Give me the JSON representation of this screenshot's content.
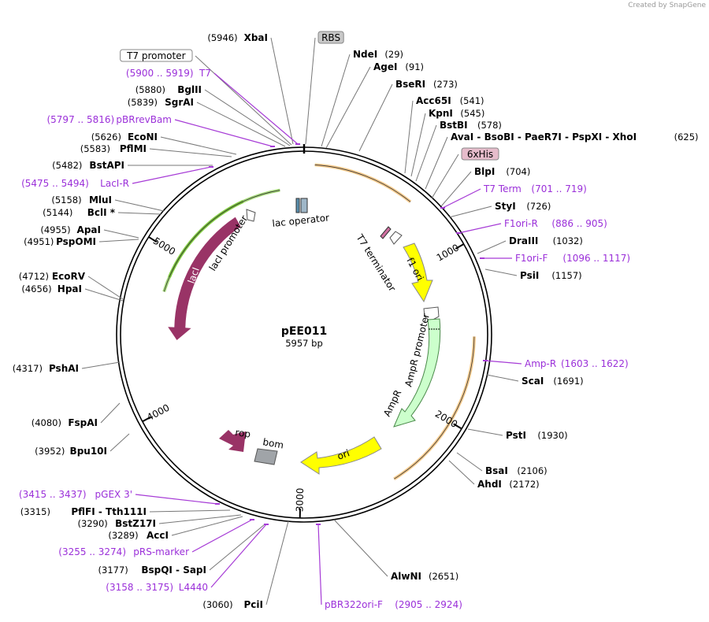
{
  "credit": "Created by SnapGene",
  "plasmid": {
    "name": "pEE011",
    "size": "5957 bp",
    "length": 5957
  },
  "ticks": [
    {
      "bp": 1000,
      "label": "1000"
    },
    {
      "bp": 2000,
      "label": "2000"
    },
    {
      "bp": 3000,
      "label": "3000"
    },
    {
      "bp": 4000,
      "label": "4000"
    },
    {
      "bp": 5000,
      "label": "5000"
    }
  ],
  "labels": [
    {
      "type": "enzyme",
      "name": "XbaI",
      "pos": "(5946)",
      "bp": 5946,
      "side": "left"
    },
    {
      "type": "feature-box",
      "name": "RBS",
      "bp": 5957,
      "side": "right",
      "color": "#c8c8c8"
    },
    {
      "type": "feature-box",
      "name": "T7 promoter",
      "bp": 5935,
      "side": "left",
      "color": "#ffffff"
    },
    {
      "type": "enzyme",
      "name": "NdeI",
      "pos": "(29)",
      "bp": 29,
      "side": "right"
    },
    {
      "type": "enzyme",
      "name": "AgeI",
      "pos": "(91)",
      "bp": 91,
      "side": "right"
    },
    {
      "type": "primer",
      "name": "T7",
      "pos": "(5900 .. 5919)",
      "bp": 5910,
      "side": "left"
    },
    {
      "type": "enzyme",
      "name": "BglII",
      "pos": "(5880)",
      "bp": 5880,
      "side": "left"
    },
    {
      "type": "enzyme",
      "name": "BseRI",
      "pos": "(273)",
      "bp": 273,
      "side": "right"
    },
    {
      "type": "enzyme",
      "name": "SgrAI",
      "pos": "(5839)",
      "bp": 5839,
      "side": "left"
    },
    {
      "type": "enzyme",
      "name": "Acc65I",
      "pos": "(541)",
      "bp": 541,
      "side": "right"
    },
    {
      "type": "enzyme",
      "name": "KpnI",
      "pos": "(545)",
      "bp": 545,
      "side": "right"
    },
    {
      "type": "primer",
      "name": "pBRrevBam",
      "pos": "(5797 .. 5816)",
      "bp": 5806,
      "side": "left"
    },
    {
      "type": "enzyme",
      "name": "BstBI",
      "pos": "(578)",
      "bp": 578,
      "side": "right"
    },
    {
      "type": "enzyme",
      "name": "EcoNI",
      "pos": "(5626)",
      "bp": 5626,
      "side": "left"
    },
    {
      "type": "enzyme-multi",
      "name": "AvaI - BsoBI - PaeR7I - PspXI - XhoI",
      "pos": "(625)",
      "bp": 625,
      "side": "right"
    },
    {
      "type": "enzyme",
      "name": "PflMI",
      "pos": "(5583)",
      "bp": 5583,
      "side": "left"
    },
    {
      "type": "feature-box",
      "name": "6xHis",
      "bp": 660,
      "side": "right",
      "color": "#e6bccb"
    },
    {
      "type": "enzyme",
      "name": "BstAPI",
      "pos": "(5482)",
      "bp": 5482,
      "side": "left"
    },
    {
      "type": "enzyme",
      "name": "BlpI",
      "pos": "(704)",
      "bp": 704,
      "side": "right"
    },
    {
      "type": "primer",
      "name": "LacI-R",
      "pos": "(5475 .. 5494)",
      "bp": 5485,
      "side": "left"
    },
    {
      "type": "primer",
      "name": "T7 Term",
      "pos": "(701 .. 719)",
      "bp": 710,
      "side": "right"
    },
    {
      "type": "enzyme",
      "name": "MluI",
      "pos": "(5158)",
      "bp": 5158,
      "side": "left"
    },
    {
      "type": "enzyme",
      "name": "StyI",
      "pos": "(726)",
      "bp": 726,
      "side": "right"
    },
    {
      "type": "enzyme",
      "name": "BclI *",
      "pos": "(5144)",
      "bp": 5144,
      "side": "left"
    },
    {
      "type": "primer",
      "name": "F1ori-R",
      "pos": "(886 .. 905)",
      "bp": 895,
      "side": "right"
    },
    {
      "type": "enzyme",
      "name": "ApaI",
      "pos": "(4955)",
      "bp": 4955,
      "side": "left"
    },
    {
      "type": "enzyme",
      "name": "DraIII",
      "pos": "(1032)",
      "bp": 1032,
      "side": "right"
    },
    {
      "type": "enzyme",
      "name": "PspOMI",
      "pos": "(4951)",
      "bp": 4951,
      "side": "left"
    },
    {
      "type": "primer",
      "name": "F1ori-F",
      "pos": "(1096 .. 1117)",
      "bp": 1106,
      "side": "right"
    },
    {
      "type": "enzyme",
      "name": "PsiI",
      "pos": "(1157)",
      "bp": 1157,
      "side": "right"
    },
    {
      "type": "enzyme",
      "name": "EcoRV",
      "pos": "(4712)",
      "bp": 4712,
      "side": "left"
    },
    {
      "type": "enzyme",
      "name": "HpaI",
      "pos": "(4656)",
      "bp": 4656,
      "side": "left"
    },
    {
      "type": "primer",
      "name": "Amp-R",
      "pos": "(1603 .. 1622)",
      "bp": 1612,
      "side": "right"
    },
    {
      "type": "enzyme",
      "name": "ScaI",
      "pos": "(1691)",
      "bp": 1691,
      "side": "right"
    },
    {
      "type": "enzyme",
      "name": "PshAI",
      "pos": "(4317)",
      "bp": 4317,
      "side": "left"
    },
    {
      "type": "enzyme",
      "name": "FspAI",
      "pos": "(4080)",
      "bp": 4080,
      "side": "left"
    },
    {
      "type": "enzyme",
      "name": "PstI",
      "pos": "(1930)",
      "bp": 1930,
      "side": "right"
    },
    {
      "type": "enzyme",
      "name": "Bpu10I",
      "pos": "(3952)",
      "bp": 3952,
      "side": "left"
    },
    {
      "type": "enzyme",
      "name": "BsaI",
      "pos": "(2106)",
      "bp": 2106,
      "side": "right"
    },
    {
      "type": "enzyme",
      "name": "AhdI",
      "pos": "(2172)",
      "bp": 2172,
      "side": "right"
    },
    {
      "type": "primer",
      "name": "pGEX 3'",
      "pos": "(3415 .. 3437)",
      "bp": 3426,
      "side": "left"
    },
    {
      "type": "enzyme-multi",
      "name": "PflFI - Tth111I",
      "pos": "(3315)",
      "bp": 3315,
      "side": "left"
    },
    {
      "type": "enzyme",
      "name": "BstZ17I",
      "pos": "(3290)",
      "bp": 3290,
      "side": "left"
    },
    {
      "type": "enzyme",
      "name": "AccI",
      "pos": "(3289)",
      "bp": 3289,
      "side": "left"
    },
    {
      "type": "primer",
      "name": "pRS-marker",
      "pos": "(3255 .. 3274)",
      "bp": 3264,
      "side": "left"
    },
    {
      "type": "enzyme-multi",
      "name": "BspQI - SapI",
      "pos": "(3177)",
      "bp": 3177,
      "side": "left"
    },
    {
      "type": "primer",
      "name": "L4440",
      "pos": "(3158 .. 3175)",
      "bp": 3166,
      "side": "left"
    },
    {
      "type": "enzyme",
      "name": "AlwNI",
      "pos": "(2651)",
      "bp": 2651,
      "side": "right"
    },
    {
      "type": "enzyme",
      "name": "PciI",
      "pos": "(3060)",
      "bp": 3060,
      "side": "left"
    },
    {
      "type": "primer",
      "name": "pBR322ori-F",
      "pos": "(2905 .. 2924)",
      "bp": 2914,
      "side": "right"
    }
  ],
  "features": [
    {
      "name": "lacI",
      "kind": "cds",
      "start": 5300,
      "end": 4500,
      "color": "#993366"
    },
    {
      "name": "lacI promoter",
      "kind": "promoter-label"
    },
    {
      "name": "lac operator",
      "kind": "operator-label"
    },
    {
      "name": "T7 terminator",
      "kind": "terminator-label"
    },
    {
      "name": "f1 ori",
      "kind": "origin",
      "start": 940,
      "end": 1400,
      "color": "#ffff00"
    },
    {
      "name": "AmpR promoter",
      "kind": "promoter-label"
    },
    {
      "name": "AmpR",
      "kind": "cds",
      "start": 1480,
      "end": 2290,
      "color": "#ccffcc"
    },
    {
      "name": "ori",
      "kind": "origin",
      "start": 2420,
      "end": 3010,
      "color": "#ffff00"
    },
    {
      "name": "rop",
      "kind": "cds-label",
      "color": "#993366"
    },
    {
      "name": "bom",
      "kind": "misc-label",
      "color": "#a0a4a8"
    }
  ],
  "orfs": [
    {
      "start": 60,
      "end": 640,
      "color": "#f0a030",
      "direction": "cw"
    },
    {
      "start": 1500,
      "end": 2450,
      "color": "#f0a030",
      "direction": "cw"
    },
    {
      "start": 5800,
      "end": 4750,
      "color": "#60c010",
      "direction": "ccw"
    },
    {
      "start": 5550,
      "end": 4850,
      "color": "#60c010",
      "direction": "ccw"
    }
  ]
}
